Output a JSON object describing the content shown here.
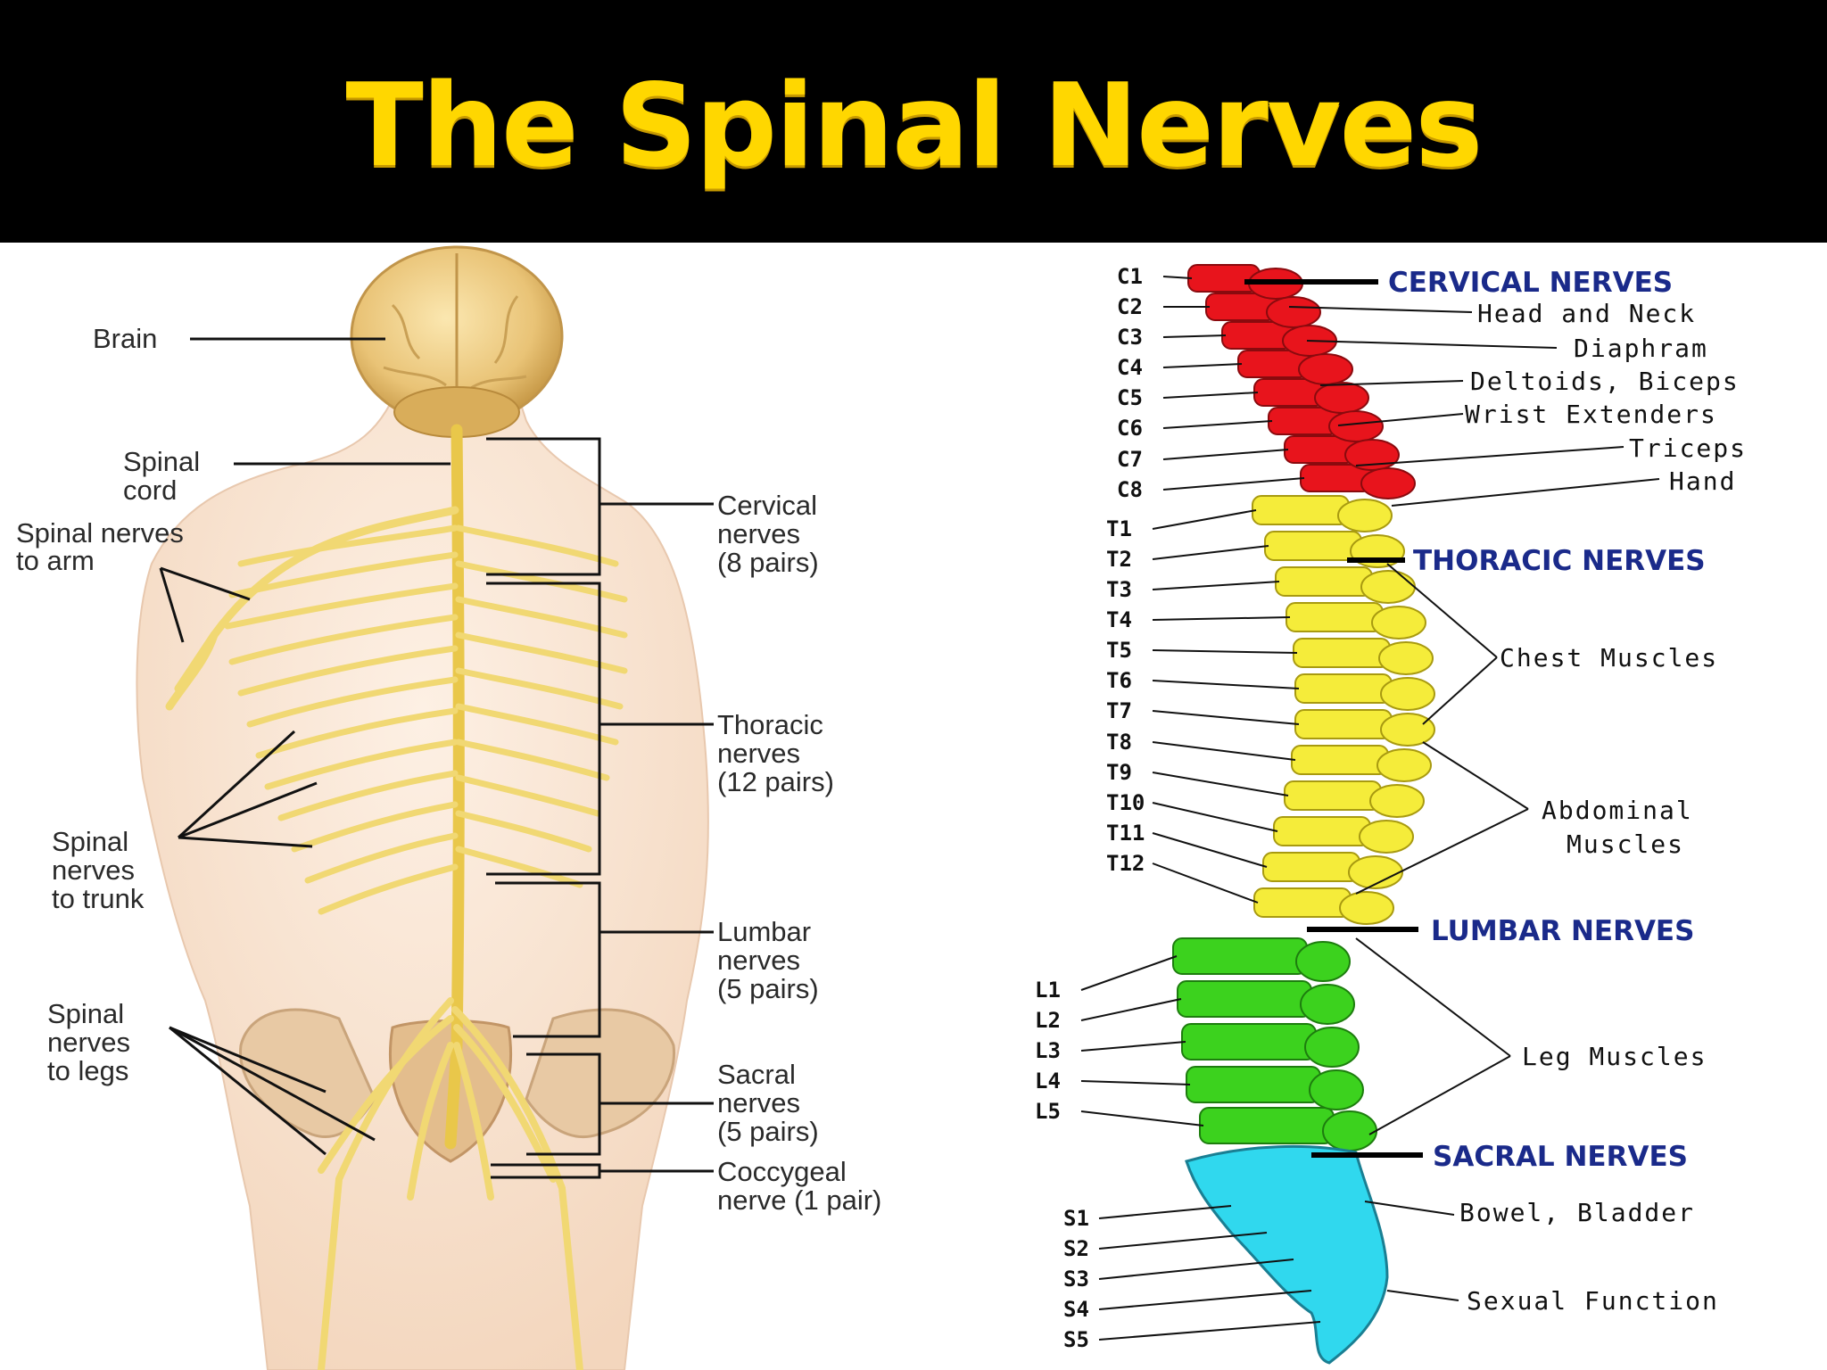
{
  "title": "The Spinal Nerves",
  "left_diagram": {
    "labels": {
      "brain": "Brain",
      "spinal_cord": [
        "Spinal",
        "cord"
      ],
      "nerves_arm": [
        "Spinal nerves",
        "to arm"
      ],
      "nerves_trunk": [
        "Spinal",
        "nerves",
        "to trunk"
      ],
      "nerves_legs": [
        "Spinal",
        "nerves",
        "to legs"
      ],
      "cervical": [
        "Cervical",
        "nerves",
        "(8 pairs)"
      ],
      "thoracic": [
        "Thoracic",
        "nerves",
        "(12 pairs)"
      ],
      "lumbar": [
        "Lumbar",
        "nerves",
        "(5 pairs)"
      ],
      "sacral": [
        "Sacral",
        "nerves",
        "(5 pairs)"
      ],
      "coccygeal": [
        "Coccygeal",
        "nerve (1 pair)"
      ]
    }
  },
  "right_diagram": {
    "colors": {
      "cervical": "#E8141C",
      "thoracic": "#F5EC3A",
      "lumbar": "#3CD21E",
      "sacral": "#30D8EE"
    },
    "group_headers": {
      "cervical": "CERVICAL NERVES",
      "thoracic": "THORACIC NERVES",
      "lumbar": "LUMBAR NERVES",
      "sacral": "SACRAL NERVES"
    },
    "levels": {
      "cervical": [
        "C1",
        "C2",
        "C3",
        "C4",
        "C5",
        "C6",
        "C7",
        "C8"
      ],
      "thoracic": [
        "T1",
        "T2",
        "T3",
        "T4",
        "T5",
        "T6",
        "T7",
        "T8",
        "T9",
        "T10",
        "T11",
        "T12"
      ],
      "lumbar": [
        "L1",
        "L2",
        "L3",
        "L4",
        "L5"
      ],
      "sacral": [
        "S1",
        "S2",
        "S3",
        "S4",
        "S5"
      ]
    },
    "functions": {
      "head_neck": "Head and Neck",
      "diaphragm": "Diaphram",
      "deltoids": "Deltoids, Biceps",
      "wrist": "Wrist Extenders",
      "triceps": "Triceps",
      "hand": "Hand",
      "chest": "Chest Muscles",
      "abdominal": [
        "Abdominal",
        "Muscles"
      ],
      "leg": "Leg Muscles",
      "bowel": "Bowel,  Bladder",
      "sexual": "Sexual Function"
    }
  }
}
